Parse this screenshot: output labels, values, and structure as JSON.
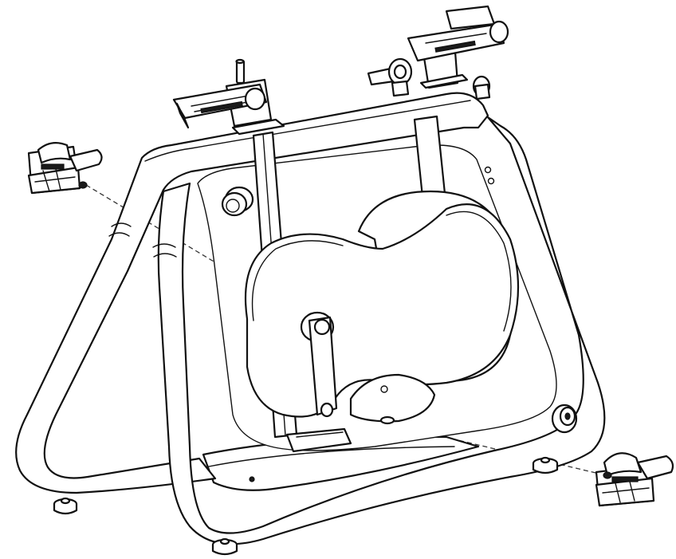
{
  "figure": {
    "subject": "exercise-bike-frame-assembly",
    "colors": {
      "line": "#111111",
      "background": "#ffffff"
    },
    "parts": [
      "main-frame",
      "handlebar-clamp-left",
      "handlebar-clamp-right",
      "seat-post-clamp",
      "flywheel-housing",
      "crank-arm",
      "pedal-left",
      "pedal-right",
      "leveling-foot-front-left",
      "leveling-foot-front-center",
      "leveling-foot-rear-right"
    ]
  }
}
